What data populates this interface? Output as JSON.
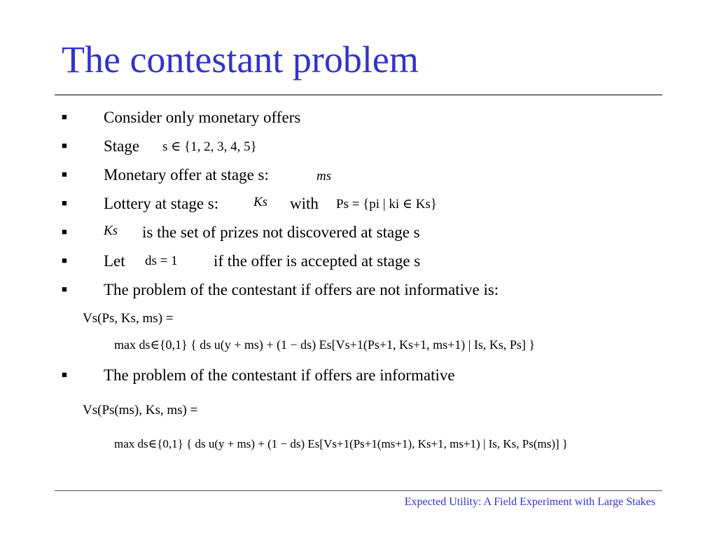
{
  "slide": {
    "title": "The contestant problem",
    "bullets": {
      "b1": "Consider only monetary offers",
      "b2": "Stage",
      "b3": "Monetary offer at stage s:",
      "b4_a": "Lottery at stage s:",
      "b4_b": "with",
      "b5": "is the set of prizes not discovered at stage s",
      "b6_a": "Let",
      "b6_b": "if the offer is accepted at stage s",
      "b7": "The problem of the contestant if offers are not informative is:",
      "b8": "The problem of the contestant if offers are informative"
    },
    "math": {
      "stage_set": "s ∈ {1, 2, 3, 4, 5}",
      "m_s": "ms",
      "K_s": "Ks",
      "P_s_def": "Ps = {pi | ki ∈ Ks}",
      "d_s_eq": "ds = 1",
      "eq1_lhs": "Vs(Ps, Ks, ms) =",
      "eq1_rhs": "max ds∈{0,1} { ds u(y + ms) + (1 − ds) Es[Vs+1(Ps+1, Ks+1, ms+1) | Is, Ks, Ps] }",
      "eq2_lhs": "Vs(Ps(ms), Ks, ms) =",
      "eq2_rhs": "max ds∈{0,1} { ds u(y + ms) + (1 − ds) Es[Vs+1(Ps+1(ms+1), Ks+1, ms+1) | Is, Ks, Ps(ms)] }"
    },
    "footer": "Expected Utility: A Field Experiment with Large Stakes"
  },
  "colors": {
    "title": "#3333cc",
    "footer": "#3333cc",
    "text": "#000000"
  }
}
